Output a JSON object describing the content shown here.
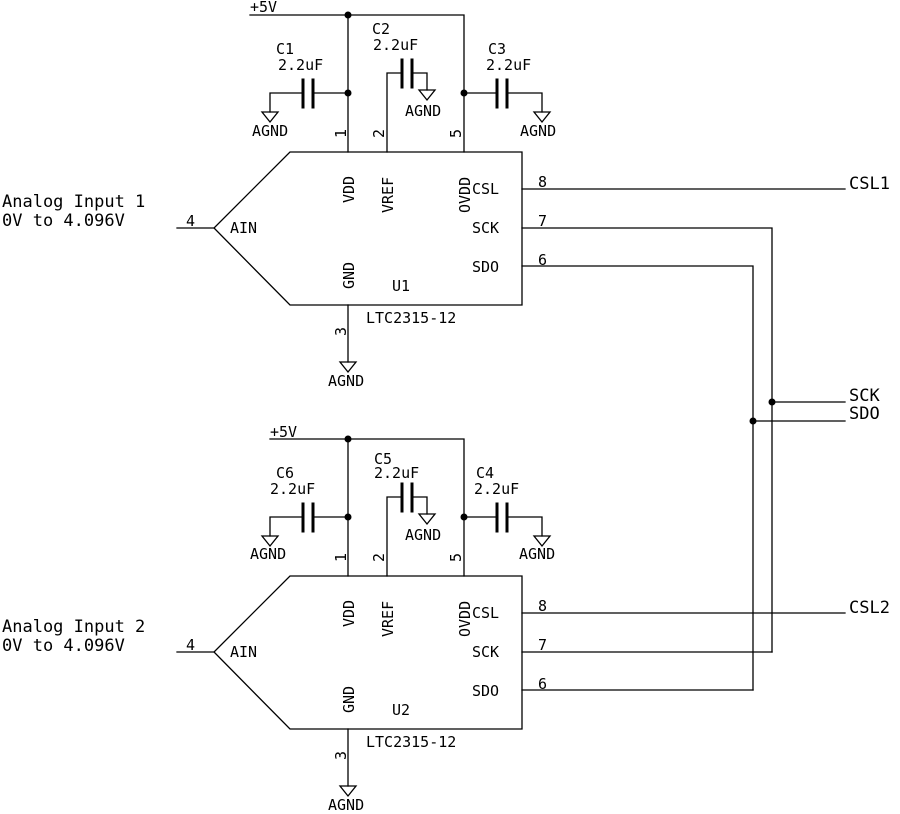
{
  "units": [
    {
      "ref": "U1",
      "part": "LTC2315-12",
      "input_label_1": "Analog Input 1",
      "input_label_2": "0V to 4.096V",
      "supply": "+5V",
      "ground": "AGND",
      "pins": {
        "ain": {
          "name": "AIN",
          "num": "4"
        },
        "vdd": {
          "name": "VDD",
          "num": "1"
        },
        "vref": {
          "name": "VREF",
          "num": "2"
        },
        "ovdd": {
          "name": "OVDD",
          "num": "5"
        },
        "gnd": {
          "name": "GND",
          "num": "3"
        },
        "csl": {
          "name": "CSL",
          "num": "8"
        },
        "sck": {
          "name": "SCK",
          "num": "7"
        },
        "sdo": {
          "name": "SDO",
          "num": "6"
        }
      },
      "caps": {
        "vdd": {
          "ref": "C1",
          "value": "2.2uF"
        },
        "vref": {
          "ref": "C2",
          "value": "2.2uF"
        },
        "ovdd": {
          "ref": "C3",
          "value": "2.2uF"
        }
      },
      "csl_net": "CSL1"
    },
    {
      "ref": "U2",
      "part": "LTC2315-12",
      "input_label_1": "Analog Input 2",
      "input_label_2": "0V to 4.096V",
      "supply": "+5V",
      "ground": "AGND",
      "pins": {
        "ain": {
          "name": "AIN",
          "num": "4"
        },
        "vdd": {
          "name": "VDD",
          "num": "1"
        },
        "vref": {
          "name": "VREF",
          "num": "2"
        },
        "ovdd": {
          "name": "OVDD",
          "num": "5"
        },
        "gnd": {
          "name": "GND",
          "num": "3"
        },
        "csl": {
          "name": "CSL",
          "num": "8"
        },
        "sck": {
          "name": "SCK",
          "num": "7"
        },
        "sdo": {
          "name": "SDO",
          "num": "6"
        }
      },
      "caps": {
        "vdd": {
          "ref": "C6",
          "value": "2.2uF"
        },
        "vref": {
          "ref": "C5",
          "value": "2.2uF"
        },
        "ovdd": {
          "ref": "C4",
          "value": "2.2uF"
        }
      },
      "csl_net": "CSL2"
    }
  ],
  "shared_nets": {
    "sck": "SCK",
    "sdo": "SDO"
  }
}
